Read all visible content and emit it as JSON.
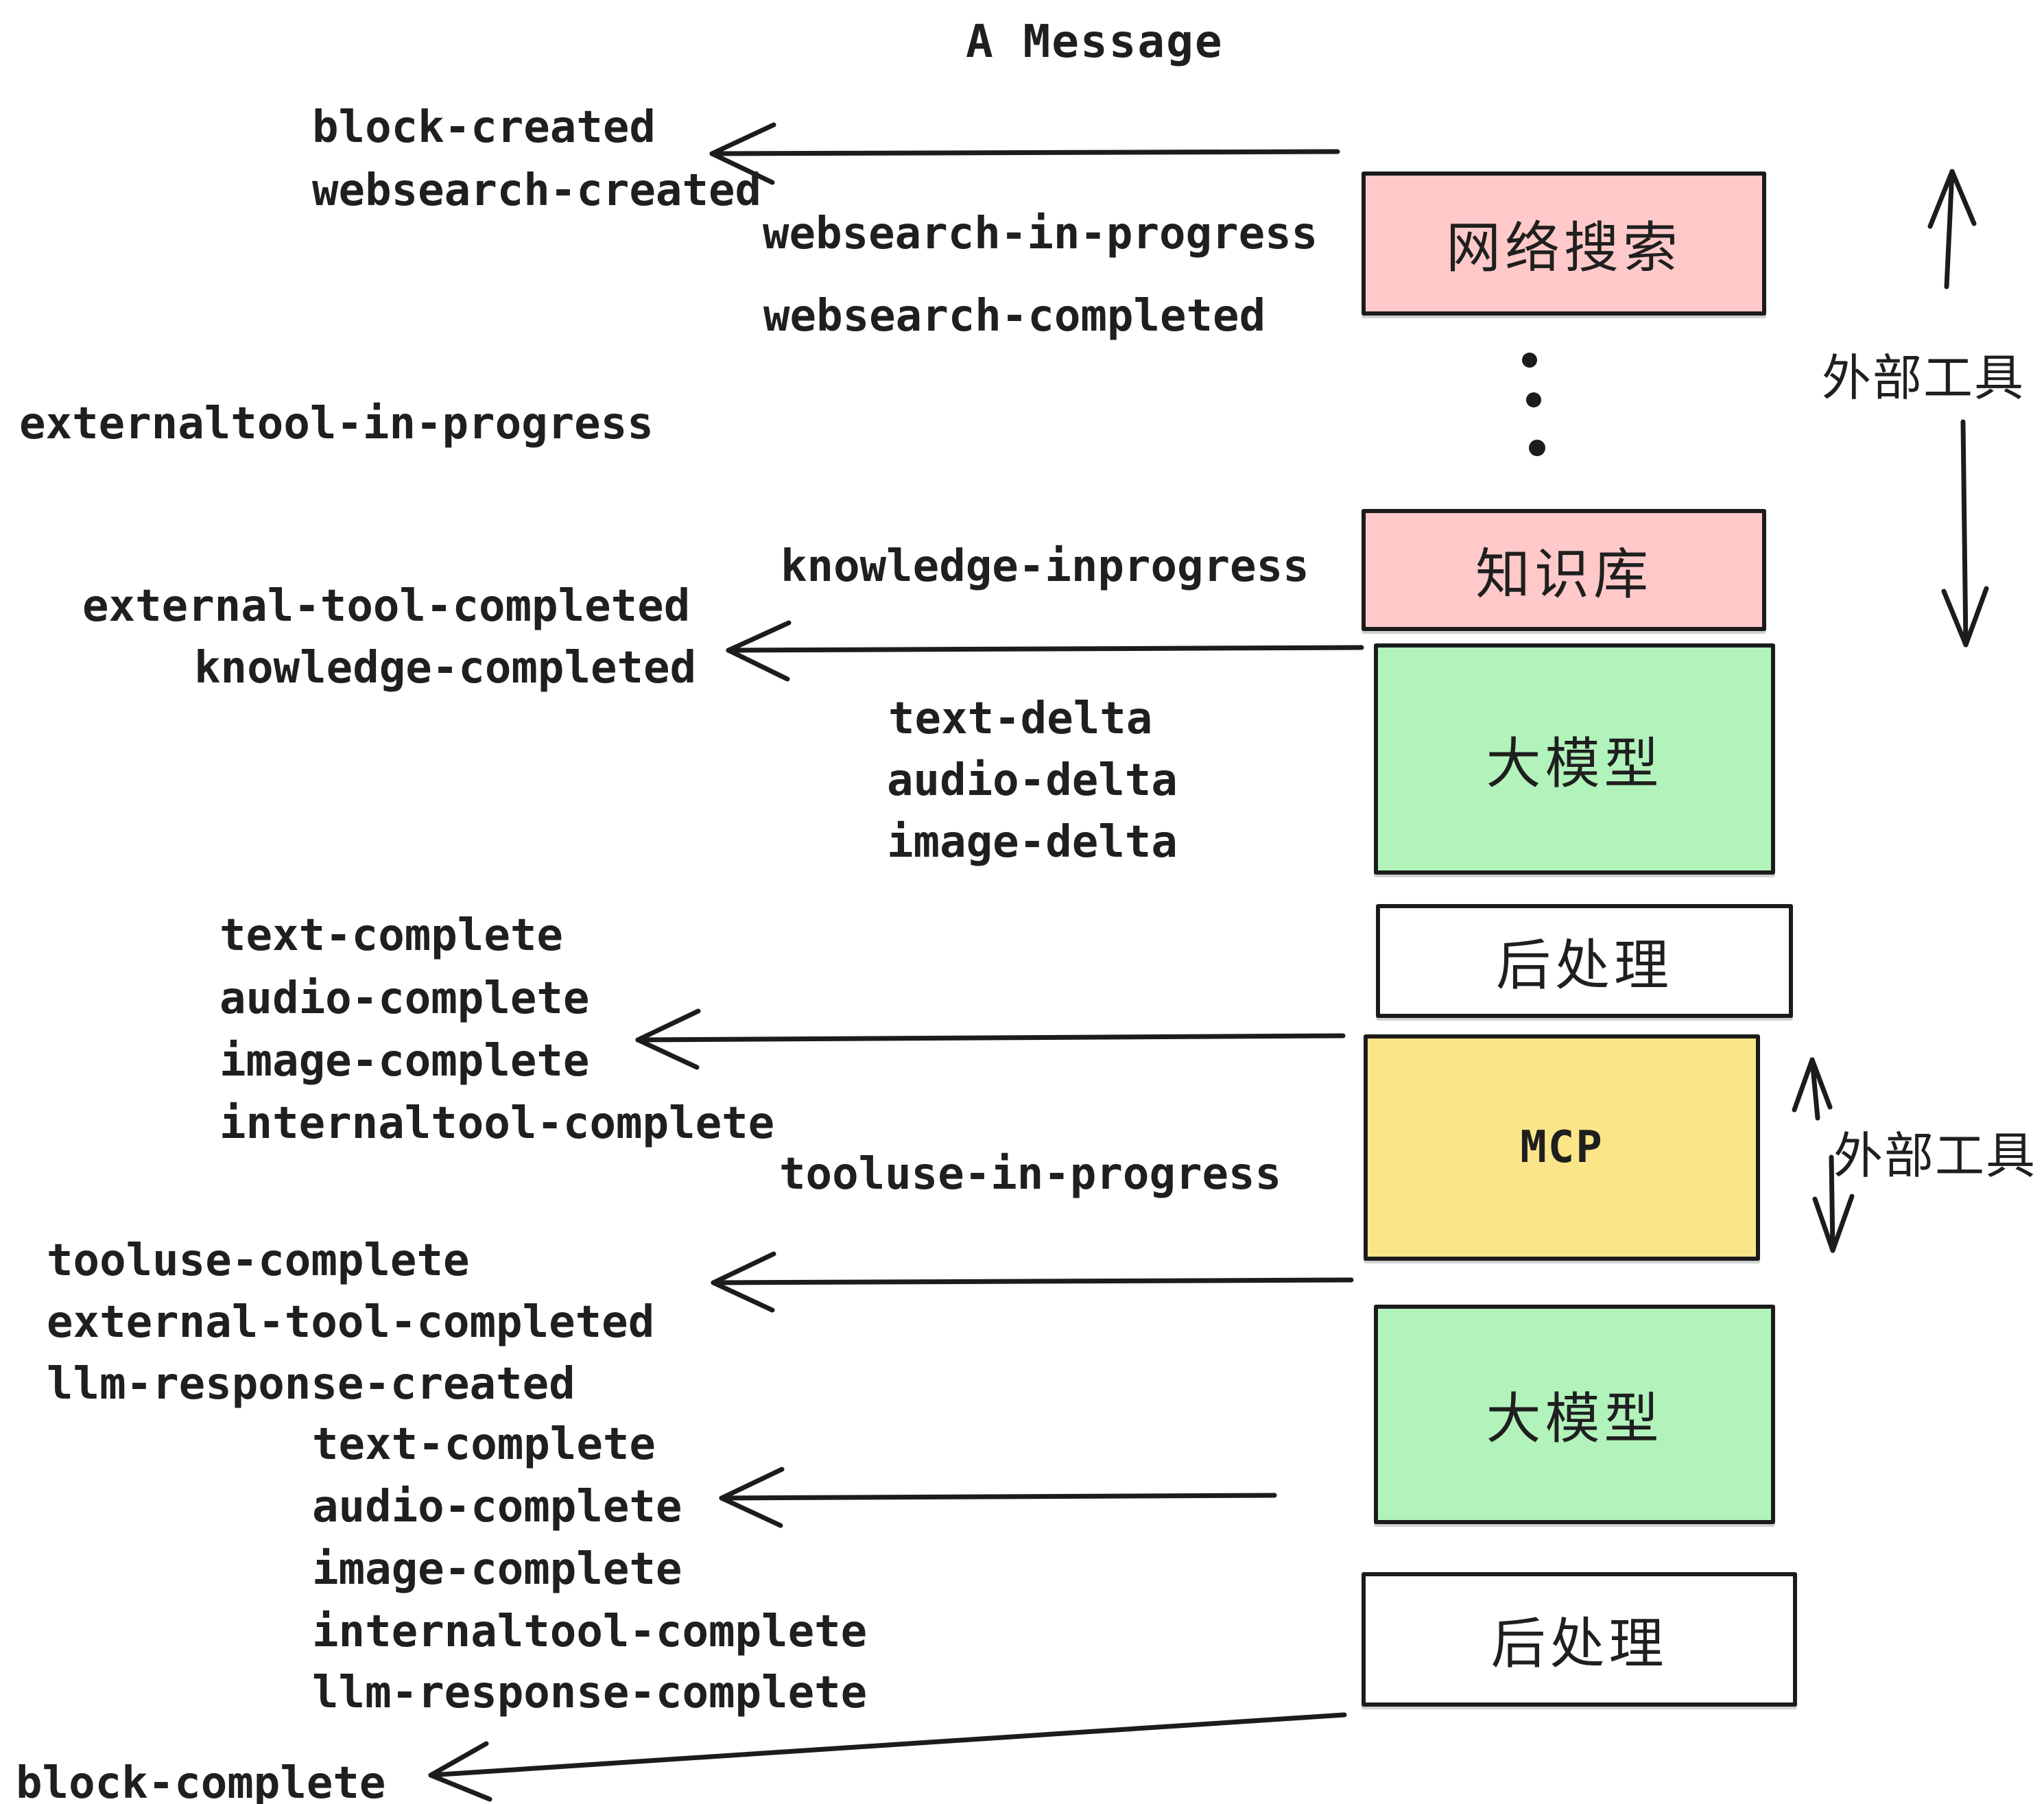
{
  "title": "A Message",
  "boxes": [
    {
      "id": "websearch",
      "label": "网络搜索",
      "color": "#ffc9c9"
    },
    {
      "id": "knowledge",
      "label": "知识库",
      "color": "#ffc9c9"
    },
    {
      "id": "llm-1",
      "label": "大模型",
      "color": "#b2f2bb"
    },
    {
      "id": "postprocess-1",
      "label": "后处理",
      "color": "#ffffff"
    },
    {
      "id": "mcp",
      "label": "MCP",
      "color": "#fae588"
    },
    {
      "id": "llm-2",
      "label": "大模型",
      "color": "#b2f2bb"
    },
    {
      "id": "postprocess-2",
      "label": "后处理",
      "color": "#ffffff"
    }
  ],
  "side_labels": [
    {
      "label": "外部工具"
    },
    {
      "label": "外部工具"
    }
  ],
  "events": [
    "block-created",
    "websearch-created",
    "websearch-in-progress",
    "websearch-completed",
    "externaltool-in-progress",
    "knowledge-inprogress",
    "external-tool-completed",
    "knowledge-completed",
    "text-delta",
    "audio-delta",
    "image-delta",
    "text-complete",
    "audio-complete",
    "image-complete",
    "internaltool-complete",
    "tooluse-in-progress",
    "tooluse-complete",
    "external-tool-completed",
    "llm-response-created",
    "text-complete",
    "audio-complete",
    "image-complete",
    "internaltool-complete",
    "llm-response-complete",
    "block-complete"
  ],
  "icons": {
    "ellipsis": "vertical-ellipsis"
  },
  "colors": {
    "pink": "#ffc9c9",
    "green": "#b2f2bb",
    "yellow": "#fae588",
    "box_border": "#1b1b1b",
    "text": "#1f1f1f",
    "arrow": "#1c1c1c"
  }
}
